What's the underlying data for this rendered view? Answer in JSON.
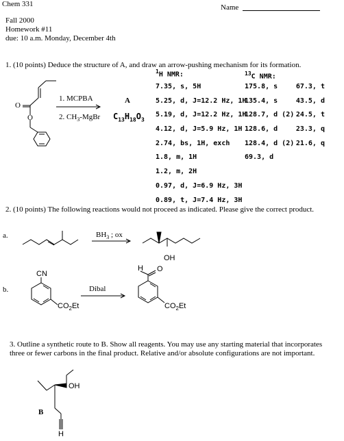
{
  "header": {
    "course": "Chem 331",
    "name_label": "Name",
    "term": "Fall 2000",
    "homework": "Homework #11",
    "due": "due:  10 a.m. Monday,  December 4th"
  },
  "q1": {
    "prompt": "1. (10 points)  Deduce the structure of A, and draw an arrow-pushing mechanism for its formation.",
    "step1": "1. MCPBA",
    "step2": "2. CH",
    "step2_sub": "3",
    "step2_rest": "-MgBr",
    "product_label": "A",
    "formula_prefix": "C",
    "formula_c": "13",
    "formula_h_prefix": "H",
    "formula_h": "18",
    "formula_o_prefix": "O",
    "formula_o": "3",
    "h_nmr_sup": "1",
    "h_nmr_title": "H NMR:",
    "c_nmr_sup": "13",
    "c_nmr_title": "C NMR:",
    "h_nmr": [
      "7.35, s, 5H",
      "5.25, d, J=12.2 Hz, 1H",
      "5.19, d, J=12.2 Hz, 1H",
      "4.12, d, J=5.9 Hz, 1H",
      "2.74, bs, 1H, exch",
      "1.8, m, 1H",
      "1.2, m, 2H",
      "0.97, d, J=6.9 Hz, 3H",
      "0.89, t, J=7.4 Hz, 3H"
    ],
    "c_nmr_left": [
      "175.8, s",
      "135.4, s",
      "128.7, d (2)",
      "128.6, d",
      "128.4, d (2)",
      "69.3, d"
    ],
    "c_nmr_right": [
      "67.3, t",
      "43.5, d",
      "24.5, t",
      "23.3, q",
      "21.6, q"
    ]
  },
  "q2": {
    "prompt": "2.  (10 points) The following reactions would not proceed as indicated. Please give the correct product.",
    "a_label": "a.",
    "a_reagent": "BH",
    "a_reagent_sub": "3",
    "a_reagent_rest": " ; ox",
    "a_oh": "OH",
    "b_label": "b.",
    "b_reagent": "Dibal",
    "b_cn": "CN",
    "b_ester": "CO",
    "b_ester_sub": "2",
    "b_ester_rest": "Et",
    "b_h": "H",
    "b_o": "O"
  },
  "q3": {
    "prompt_line1": "3.  Outline a synthetic route to B. Show all reagents. You may use any starting material that incorporates",
    "prompt_line2": "three or fewer carbons in the final product. Relative and/or absolute configurations are not important.",
    "b_label": "B",
    "oh": "OH",
    "h": "H"
  }
}
